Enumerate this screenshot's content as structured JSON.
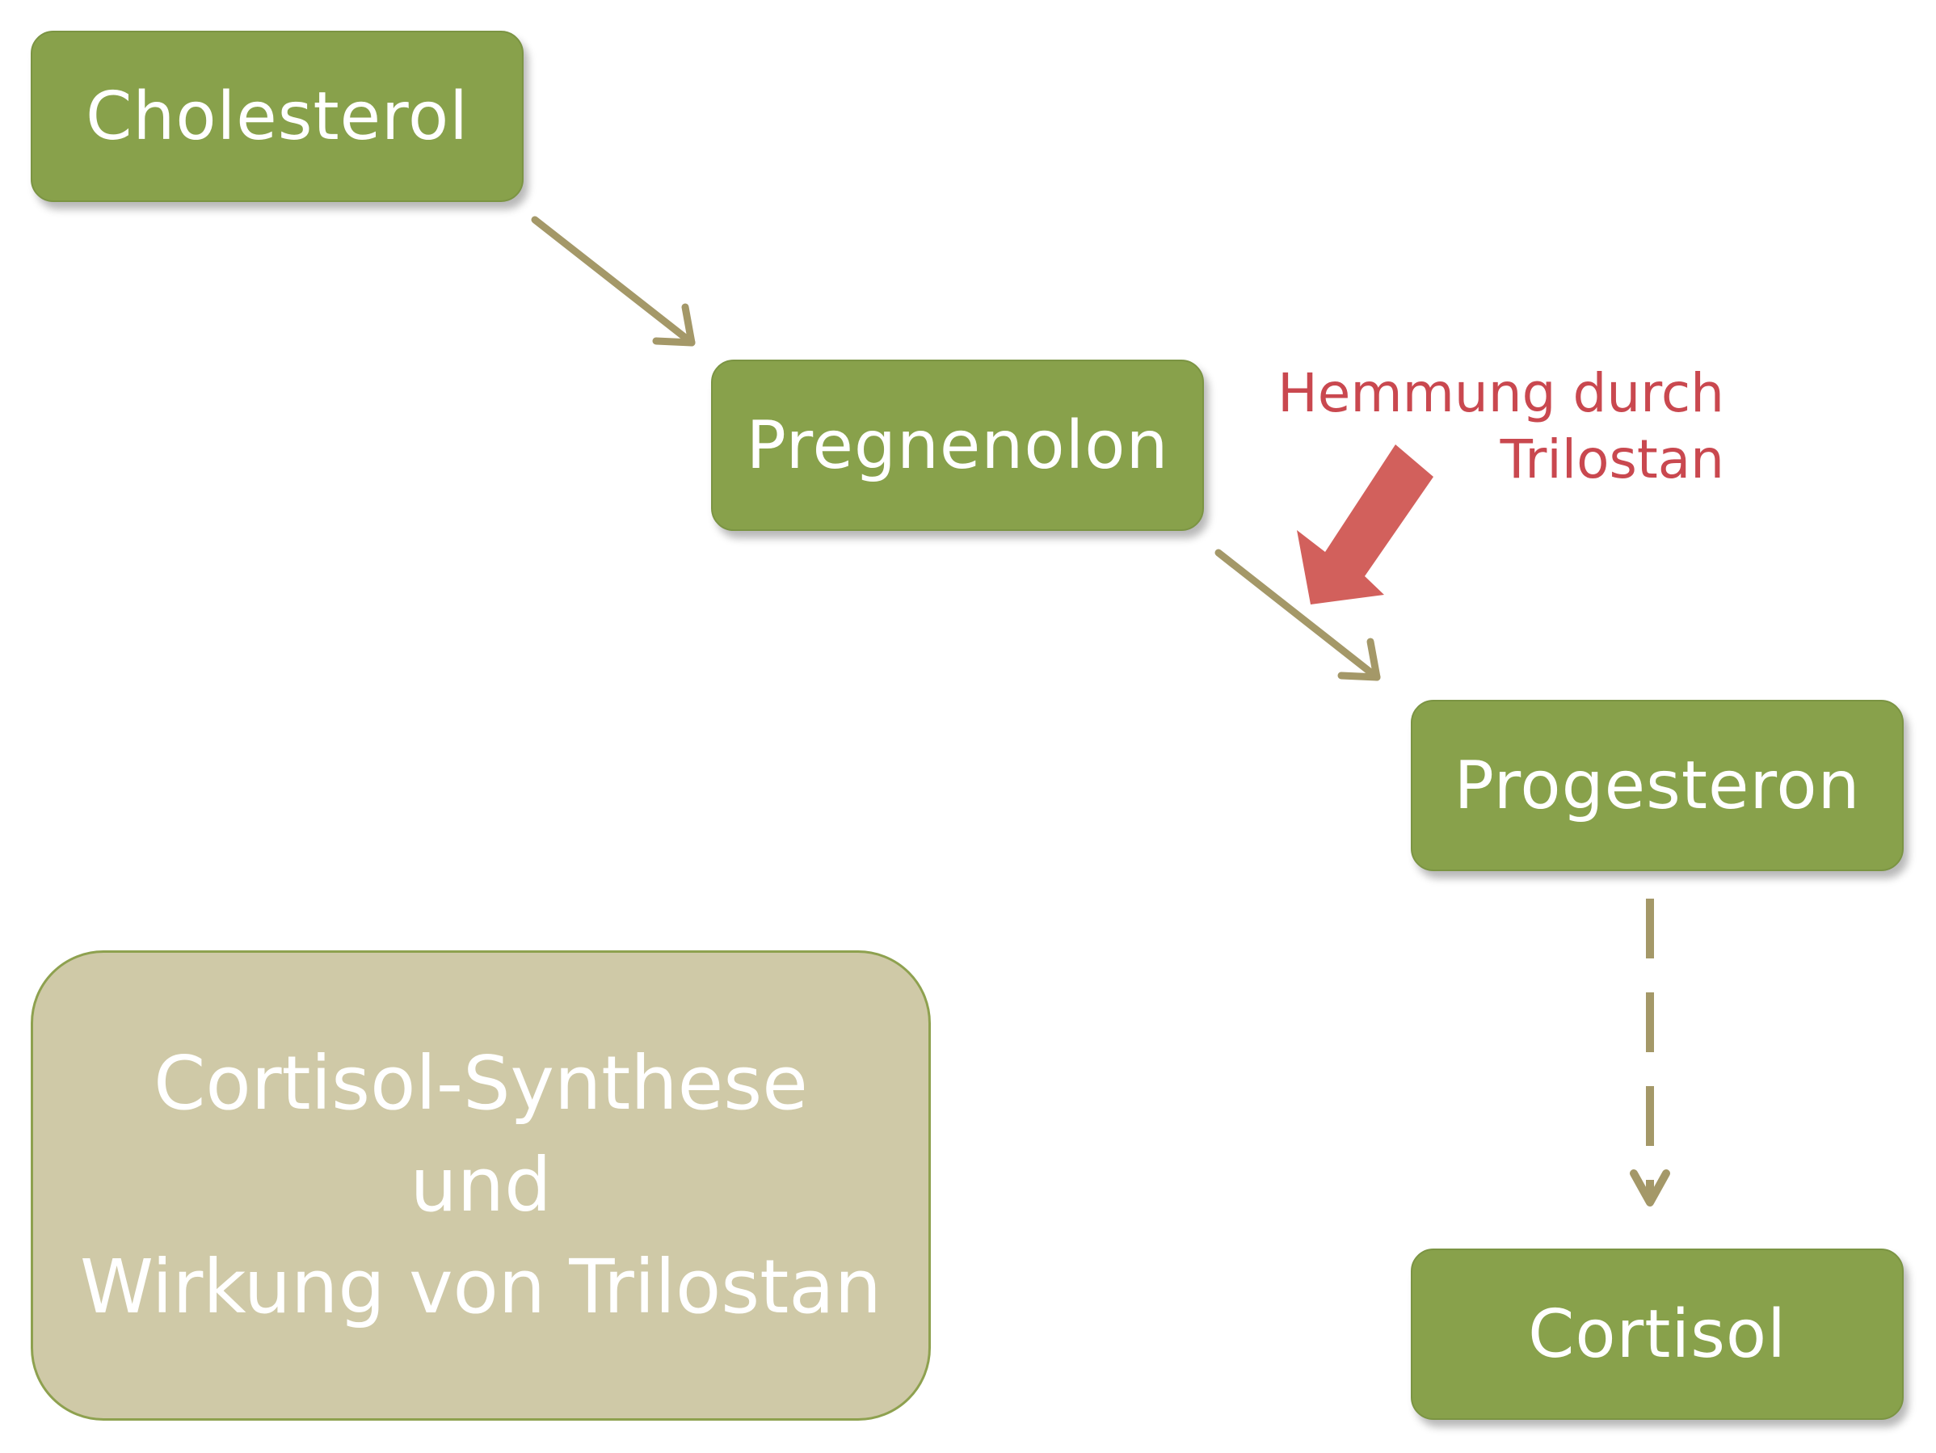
{
  "diagram": {
    "nodes": {
      "cholesterol": "Cholesterol",
      "pregnenolon": "Pregnenolon",
      "progesteron": "Progesteron",
      "cortisol": "Cortisol"
    },
    "annotation": {
      "line1": "Hemmung durch",
      "line2": "Trilostan"
    },
    "title": {
      "line1": "Cortisol-Synthese",
      "line2": "und",
      "line3": "Wirkung von Trilostan"
    },
    "edges": [
      {
        "from": "Cholesterol",
        "to": "Pregnenolon",
        "style": "solid"
      },
      {
        "from": "Pregnenolon",
        "to": "Progesteron",
        "style": "solid"
      },
      {
        "from": "Progesteron",
        "to": "Cortisol",
        "style": "dashed"
      }
    ],
    "colors": {
      "node_fill": "#88a14b",
      "title_fill": "#cfc9a7",
      "connector": "#a49868",
      "inhibition": "#d2605c",
      "annotation_text": "#c9484f"
    }
  }
}
